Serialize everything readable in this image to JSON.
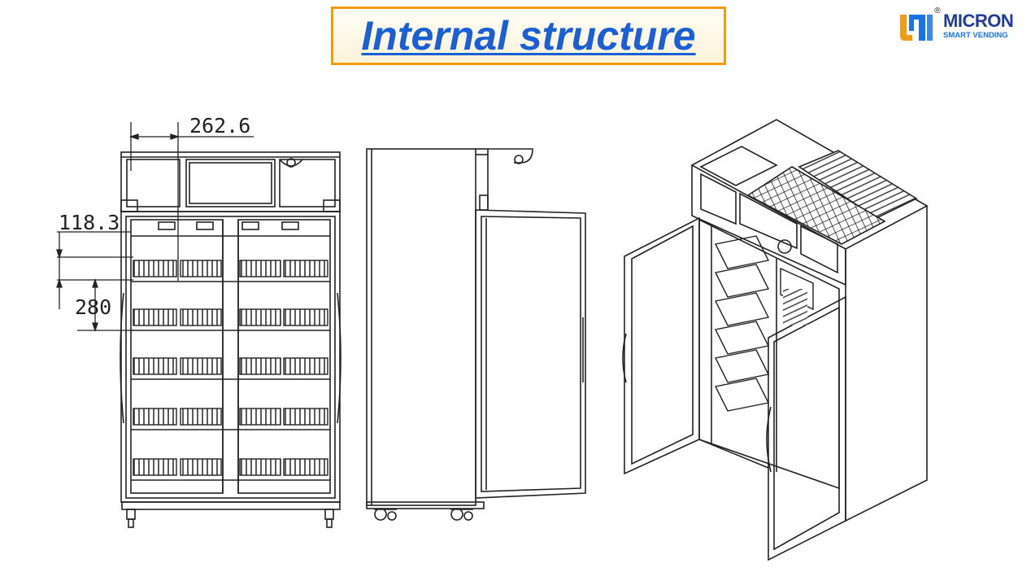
{
  "header": {
    "title": "Internal structure"
  },
  "logo": {
    "brand": "MICRON",
    "tagline": "SMART VENDING",
    "registered": "®",
    "colors": {
      "orange": "#f39c12",
      "blue": "#1a73e8",
      "navy": "#1f3d99"
    }
  },
  "dimensions": {
    "width_label": "262.6",
    "top_offset_label": "118.3",
    "shelf_pitch_label": "280"
  },
  "colors": {
    "title_text": "#1a5fd6",
    "title_border": "#f39c12",
    "line": "#222222"
  }
}
